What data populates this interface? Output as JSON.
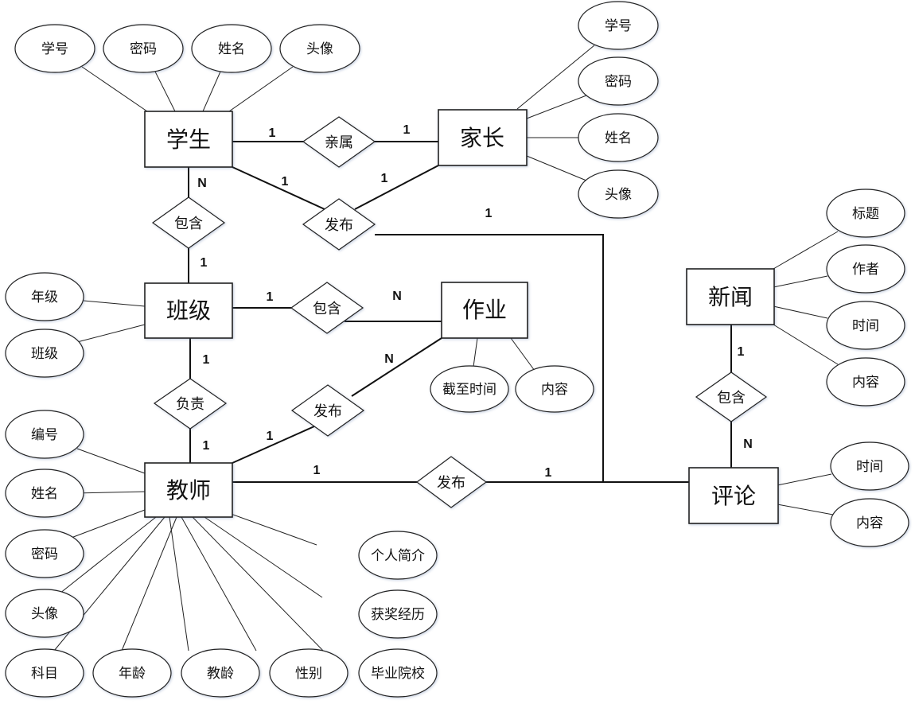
{
  "diagram": {
    "type": "er-diagram",
    "entities": {
      "student": "学生",
      "parent": "家长",
      "class": "班级",
      "homework": "作业",
      "teacher": "教师",
      "news": "新闻",
      "comment": "评论"
    },
    "relationships": {
      "kinship": "亲属",
      "student_publish": "发布",
      "class_contains_student": "包含",
      "class_contains_homework": "包含",
      "responsible": "负责",
      "teacher_publish_homework": "发布",
      "teacher_publish_comment": "发布",
      "news_contains_comment": "包含"
    },
    "attributes": {
      "student": [
        "学号",
        "密码",
        "姓名",
        "头像"
      ],
      "parent": [
        "学号",
        "密码",
        "姓名",
        "头像"
      ],
      "class": [
        "年级",
        "班级"
      ],
      "homework": [
        "截至时间",
        "内容"
      ],
      "teacher": [
        "编号",
        "姓名",
        "密码",
        "头像",
        "科目",
        "年龄",
        "教龄",
        "性别",
        "毕业院校",
        "获奖经历",
        "个人简介"
      ],
      "news": [
        "标题",
        "作者",
        "时间",
        "内容"
      ],
      "comment": [
        "时间",
        "内容"
      ]
    },
    "cardinalities": {
      "student_kinship": "1",
      "parent_kinship": "1",
      "student_publish": "1",
      "parent_publish": "1",
      "publish_comment": "1",
      "student_contains": "N",
      "class_contains_student": "1",
      "class_contains_homework": "1",
      "homework_contains": "N",
      "class_responsible": "1",
      "teacher_responsible": "1",
      "teacher_publish_homework": "1",
      "homework_publish": "N",
      "teacher_publish_comment": "1",
      "comment_publish": "1",
      "news_contains": "1",
      "comment_contains": "N"
    }
  }
}
